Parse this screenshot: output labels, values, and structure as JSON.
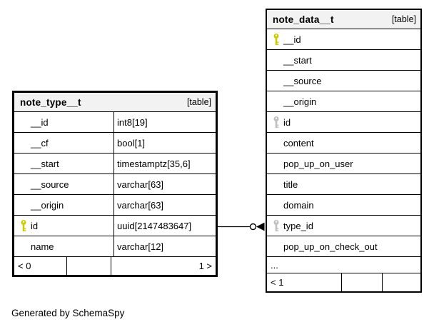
{
  "caption": "Generated by SchemaSpy",
  "colors": {
    "primary-key": "#cccc00",
    "foreign-key": "#c0c0c0",
    "header-bg": "#f2f2f2",
    "border": "#000000",
    "text": "#000000",
    "bg": "#ffffff"
  },
  "tables": {
    "note_type": {
      "title": "note_type__t",
      "badge": "[table]",
      "columns": [
        {
          "name": "__id",
          "type": "int8[19]"
        },
        {
          "name": "__cf",
          "type": "bool[1]"
        },
        {
          "name": "__start",
          "type": "timestamptz[35,6]"
        },
        {
          "name": "__source",
          "type": "varchar[63]"
        },
        {
          "name": "__origin",
          "type": "varchar[63]"
        },
        {
          "name": "id",
          "type": "uuid[2147483647]",
          "key": "primary"
        },
        {
          "name": "name",
          "type": "varchar[12]"
        }
      ],
      "footer": {
        "left": "< 0",
        "middle": "",
        "right": "1 >"
      }
    },
    "note_data": {
      "title": "note_data__t",
      "badge": "[table]",
      "columns": [
        {
          "name": "__id",
          "key": "primary"
        },
        {
          "name": "__start"
        },
        {
          "name": "__source"
        },
        {
          "name": "__origin"
        },
        {
          "name": "id",
          "key": "foreign"
        },
        {
          "name": "content"
        },
        {
          "name": "pop_up_on_user"
        },
        {
          "name": "title"
        },
        {
          "name": "domain"
        },
        {
          "name": "type_id",
          "key": "foreign"
        },
        {
          "name": "pop_up_on_check_out"
        }
      ],
      "ellipsis": "...",
      "footer": {
        "left": "< 1",
        "middle": "",
        "right": ""
      }
    }
  },
  "relationship": {
    "from_column": "note_type__t.id",
    "to_column": "note_data__t.type_id",
    "end_markers": "open-circle and crow's-foot at note_data__t side"
  }
}
